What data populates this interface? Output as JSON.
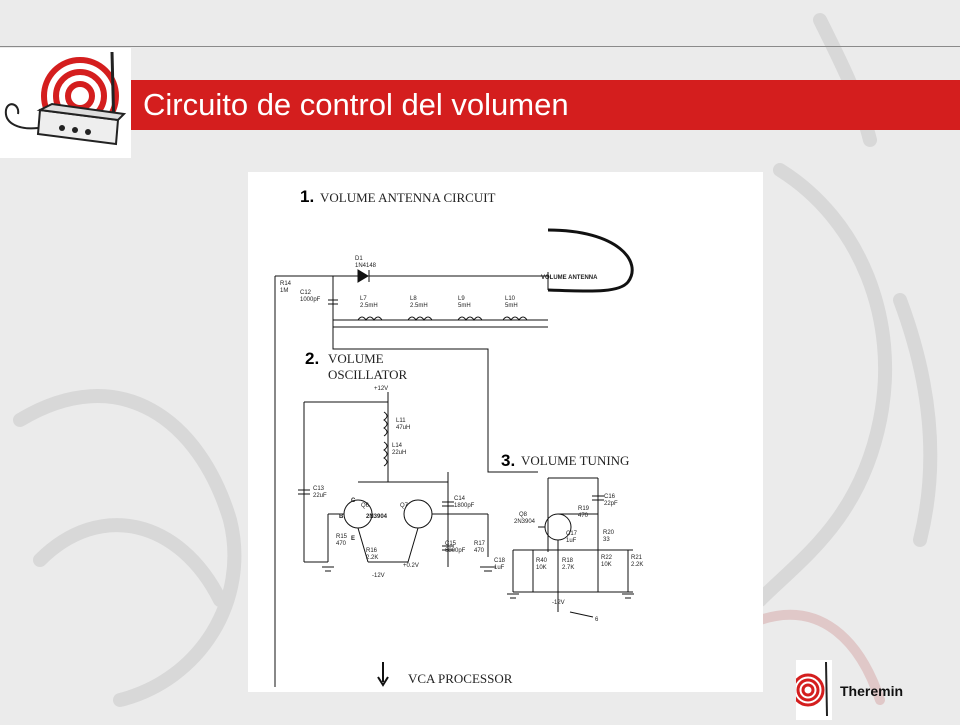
{
  "slide": {
    "title": "Circuito de control del volumen",
    "footer": "Theremin",
    "accent_color": "#d41e1e"
  },
  "schematic": {
    "sections": [
      {
        "number": "1.",
        "title": "VOLUME ANTENNA CIRCUIT"
      },
      {
        "number": "2.",
        "title_line1": "VOLUME",
        "title_line2": "OSCILLATOR"
      },
      {
        "number": "3.",
        "title": "VOLUME TUNING"
      }
    ],
    "antenna_label": "VOLUME ANTENNA",
    "output_label": "VCA PROCESSOR",
    "components": {
      "d1": [
        "D1",
        "1N4148"
      ],
      "r14": [
        "R14",
        "1M"
      ],
      "c12": [
        "C12",
        "1000pF"
      ],
      "l7": [
        "L7",
        "2.5mH"
      ],
      "l8": [
        "L8",
        "2.5mH"
      ],
      "l9": [
        "L9",
        "5mH"
      ],
      "l10": [
        "L10",
        "5mH"
      ],
      "v12": "+12V",
      "l11": [
        "L11",
        "47uH"
      ],
      "l14": [
        "L14",
        "22uH"
      ],
      "c13": [
        "C13",
        "22uF"
      ],
      "q6": [
        "Q6",
        "2N3904"
      ],
      "q7": "Q7",
      "c14": [
        "C14",
        "1800pF"
      ],
      "c15": [
        "C15",
        "6800pF"
      ],
      "r15": [
        "R15",
        "470"
      ],
      "r16": [
        "R16",
        "2.2K"
      ],
      "r17": [
        "R17",
        "470"
      ],
      "vneg12_a": "-12V",
      "v02": "+0.2V",
      "q8": [
        "Q8",
        "2N3904"
      ],
      "c16": [
        "C16",
        "22pF"
      ],
      "r19": [
        "R19",
        "470"
      ],
      "c17": [
        "C17",
        "1uF"
      ],
      "r20": [
        "R20",
        "33"
      ],
      "c18": [
        "C18",
        "1uF"
      ],
      "r40": [
        "R40",
        "10K"
      ],
      "r18": [
        "R18",
        "2.7K"
      ],
      "r22": [
        "R22",
        "10K"
      ],
      "r21": [
        "R21",
        "2.2K"
      ],
      "vneg12_b": "-12V",
      "pin6": "6",
      "pin_b": "B",
      "pin_c": "C",
      "pin_e": "E"
    }
  }
}
